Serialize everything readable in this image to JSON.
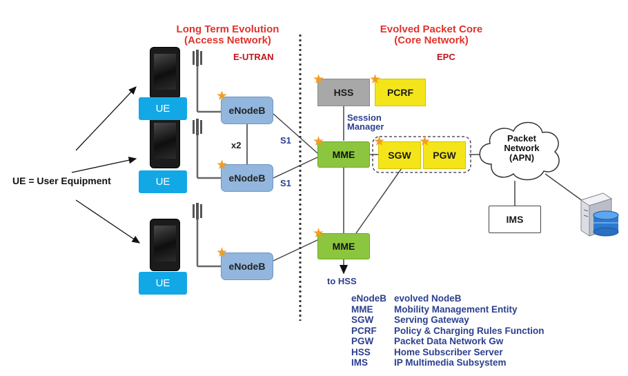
{
  "header": {
    "lte_title_1": "Long Term Evolution",
    "lte_title_2": "(Access Network)",
    "lte_sub": "E-UTRAN",
    "epc_title_1": "Evolved Packet Core",
    "epc_title_2": "(Core Network)",
    "epc_sub": "EPC"
  },
  "ue": {
    "label": "UE",
    "definition": "UE = User Equipment"
  },
  "nodes": {
    "enodeb": "eNodeB",
    "mme": "MME",
    "hss": "HSS",
    "pcrf": "PCRF",
    "sgw": "SGW",
    "pgw": "PGW",
    "ims": "IMS",
    "packet_network": [
      "Packet",
      "Network",
      "(APN)"
    ]
  },
  "links": {
    "x2": "x2",
    "s1_top": "S1",
    "s1_bottom": "S1",
    "session_manager": [
      "Session",
      "Manager"
    ],
    "to_hss": "to HSS"
  },
  "legend": [
    {
      "abbr": "eNodeB",
      "desc": "evolved NodeB"
    },
    {
      "abbr": "MME",
      "desc": "Mobility Management Entity"
    },
    {
      "abbr": "SGW",
      "desc": "Serving Gateway"
    },
    {
      "abbr": "PCRF",
      "desc": "Policy & Charging Rules Function"
    },
    {
      "abbr": "PGW",
      "desc": "Packet Data Network Gw"
    },
    {
      "abbr": "HSS",
      "desc": "Home Subscriber Server"
    },
    {
      "abbr": "IMS",
      "desc": "IP Multimedia Subsystem"
    }
  ],
  "colors": {
    "header_red": "#e0322b",
    "enodeb_blue": "#92b6dd",
    "mme_green": "#8cc63f",
    "gateway_yellow": "#f4e51b",
    "hss_gray": "#a8a8a8",
    "ue_blue": "#12a8e6",
    "legend_navy": "#2b3f8e",
    "star_orange": "#f29d1f"
  }
}
